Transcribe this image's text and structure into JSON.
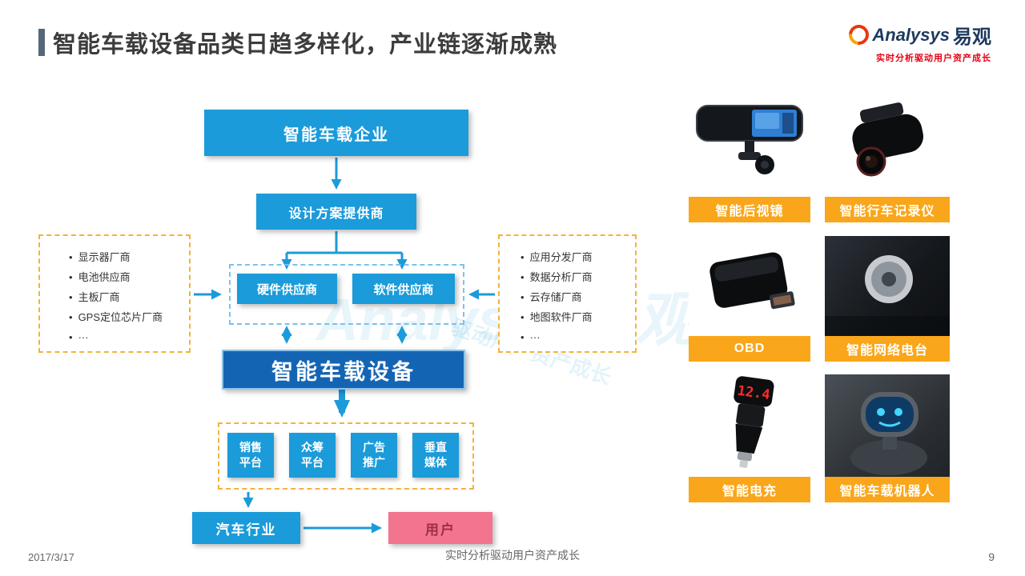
{
  "header": {
    "title": "智能车载设备品类日趋多样化，产业链逐渐成熟",
    "logo": {
      "latin": "Analysys",
      "cn": "易观",
      "tagline": "实时分析驱动用户资产成长"
    }
  },
  "flowchart": {
    "enterprise": "智能车载企业",
    "design": "设计方案提供商",
    "hardware": "硬件供应商",
    "software": "软件供应商",
    "left_suppliers": [
      "显示器厂商",
      "电池供应商",
      "主板厂商",
      "GPS定位芯片厂商",
      "···"
    ],
    "right_suppliers": [
      "应用分发厂商",
      "数据分析厂商",
      "云存储厂商",
      "地图软件厂商",
      "···"
    ],
    "device": "智能车载设备",
    "channels": [
      "销售平台",
      "众筹平台",
      "广告推广",
      "垂直媒体"
    ],
    "industry": "汽车行业",
    "user": "用户"
  },
  "products": [
    {
      "label": "智能后视镜"
    },
    {
      "label": "智能行车记录仪"
    },
    {
      "label": "OBD"
    },
    {
      "label": "智能网络电台"
    },
    {
      "label": "智能电充"
    },
    {
      "label": "智能车载机器人"
    }
  ],
  "watermark": {
    "text": "Analysys易观",
    "sub": "驱动用户资产成长"
  },
  "footer": {
    "date": "2017/3/17",
    "slogan": "实时分析驱动用户资产成长",
    "page_number": "9"
  },
  "colors": {
    "blue": "#1B9BD9",
    "dark_blue": "#1464B4",
    "label_orange": "#FAA61A",
    "dashed_orange": "#F2B33D",
    "pink": "#F2748F",
    "logo_red": "#E60012"
  }
}
